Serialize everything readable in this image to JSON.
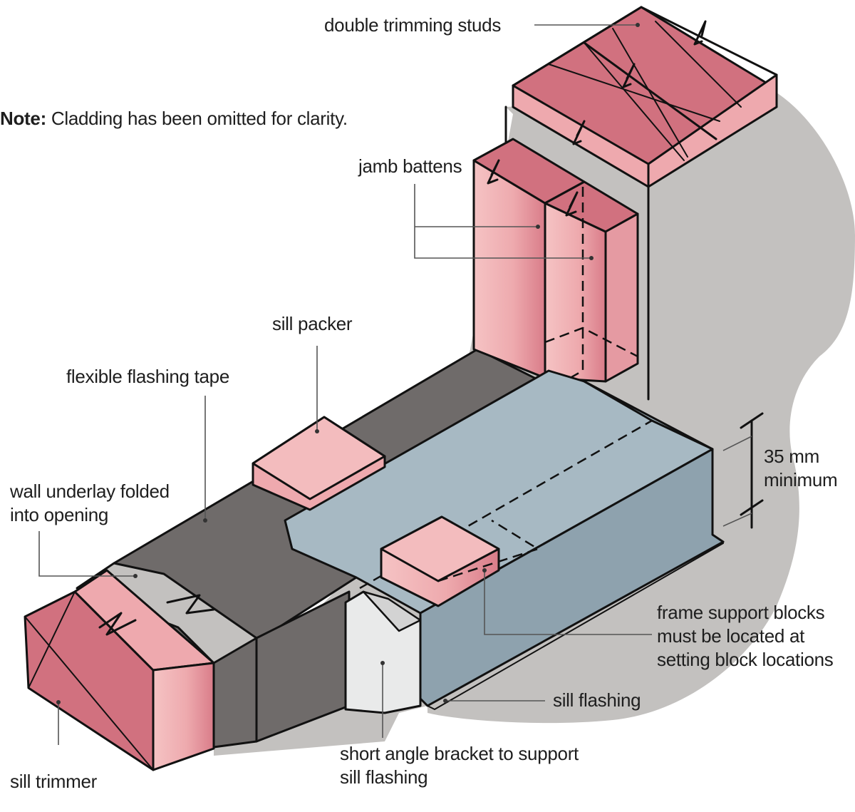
{
  "note": {
    "prefix": "Note:",
    "text": " Cladding has been omitted for clarity."
  },
  "labels": {
    "double_trimming_studs": [
      "double trimming studs"
    ],
    "jamb_battens": [
      "jamb battens"
    ],
    "sill_packer": [
      "sill packer"
    ],
    "flexible_flashing_tape": [
      "flexible flashing tape"
    ],
    "wall_underlay": [
      "wall underlay folded",
      "into opening"
    ],
    "dimension": [
      "35 mm",
      "minimum"
    ],
    "frame_support_blocks": [
      "frame support blocks",
      "must be located at",
      "setting block locations"
    ],
    "sill_flashing": [
      "sill flashing"
    ],
    "short_angle_bracket": [
      "short angle bracket to support",
      "sill flashing"
    ],
    "sill_trimmer": [
      "sill trimmer"
    ]
  },
  "colors": {
    "wall": "#c3c1bf",
    "underlay_dark": "#6f6b6a",
    "timber_top": "#d1717f",
    "timber_face": "#eea9ae",
    "timber_light": "#f3bcbe",
    "flashing_top": "#a7b9c3",
    "flashing_face": "#8ea2ae",
    "bracket": "#e9eaea"
  }
}
